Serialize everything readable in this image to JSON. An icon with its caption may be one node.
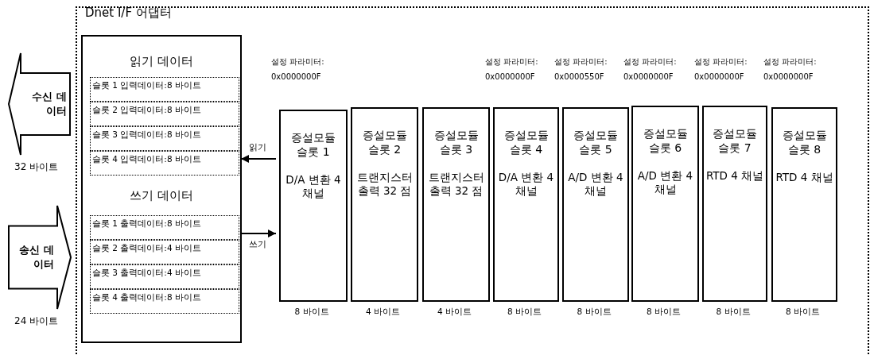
{
  "diagram": {
    "nodes": [
      {
        "text": [
          "수신 데이터"
        ],
        "beside": [
          "32 바이트"
        ]
      },
      {
        "text": [
          "송신 데이터"
        ],
        "beside": [
          "24 바이트"
        ]
      },
      {
        "text": [
          "Dnet I/F 어댑터"
        ]
      },
      {
        "text": [
          "읽기 데이터",
          "쓰기 데이터"
        ],
        "in": 2
      },
      {
        "text": [
          "슬롯 1 입력데이터:8 바이트"
        ],
        "in": 3
      },
      {
        "text": [
          "슬롯 2 입력데이터:8 바이트"
        ],
        "in": 3
      },
      {
        "text": [
          "슬롯 3 입력데이터:8 바이트"
        ],
        "in": 3
      },
      {
        "text": [
          "슬롯 4 입력데이터:8 바이트"
        ],
        "in": 3
      },
      {
        "text": [
          "슬롯 1 출력데이터:8 바이트"
        ],
        "in": 3
      },
      {
        "text": [
          "슬롯 2 출력데이터:4 바이트"
        ],
        "in": 3
      },
      {
        "text": [
          "슬롯 3 출력데이터:4 바이트"
        ],
        "in": 3
      },
      {
        "text": [
          "슬롯 4 출력데이터:8 바이트"
        ],
        "in": 3
      },
      {
        "text": [
          "증설모듈 슬롯 1",
          "D/A 변환 4 채널"
        ],
        "beside": [
          "설정 파라미터: 0x0000000F",
          "8 바이트"
        ],
        "in": 2
      },
      {
        "text": [
          "증설모듈 슬롯 2",
          "트랜지스터 출력 32 점"
        ],
        "beside": [
          "4 바이트"
        ],
        "in": 2
      },
      {
        "text": [
          "증설모듈 슬롯 3",
          "트랜지스터 출력 32 점"
        ],
        "beside": [
          "4 바이트"
        ],
        "in": 2
      },
      {
        "text": [
          "증설모듈 슬롯 4",
          "D/A 변환 4 채널"
        ],
        "beside": [
          "설정 파라미터: 0x0000000F",
          "8 바이트"
        ],
        "in": 2
      },
      {
        "text": [
          "증설모듈 슬롯 5",
          "A/D 변환 4 채널"
        ],
        "beside": [
          "설정 파라미터: 0x0000550F",
          "8 바이트"
        ],
        "in": 2
      },
      {
        "text": [
          "증설모듈 슬롯 6",
          "A/D 변환 4 채널"
        ],
        "beside": [
          "설정 파라미터: 0x0000000F",
          "8 바이트"
        ],
        "in": 2
      },
      {
        "text": [
          "증설모듈 슬롯 7",
          "RTD 4 채널"
        ],
        "beside": [
          "설정 파라미터: 0x0000000F",
          "8 바이트"
        ],
        "in": 2
      },
      {
        "text": [
          "증설모듈 슬롯 8",
          "RTD 4 채널"
        ],
        "beside": [
          "설정 파라미터: 0x0000000F",
          "8 바이트"
        ],
        "in": 2
      }
    ],
    "edges": [
      {
        "from": 12,
        "to": 3,
        "arrow": "to",
        "label": "읽기"
      },
      {
        "from": 3,
        "to": 12,
        "arrow": "to",
        "label": "쓰기"
      }
    ]
  }
}
